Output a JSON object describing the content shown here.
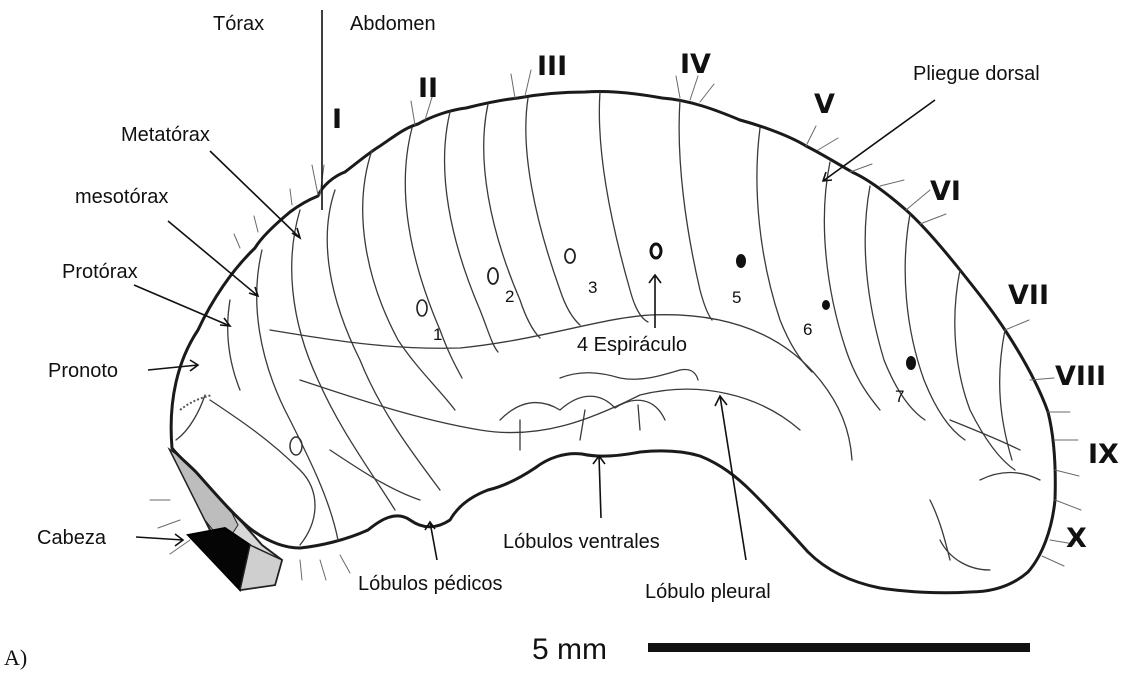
{
  "labels": {
    "torax": "Tórax",
    "abdomen": "Abdomen",
    "metatorax": "Metatórax",
    "mesotorax": "mesotórax",
    "protorax": "Protórax",
    "pronoto": "Pronoto",
    "cabeza": "Cabeza",
    "pliegue_dorsal": "Pliegue dorsal",
    "espiraculo": "4 Espiráculo",
    "lobulos_pedicos": "Lóbulos pédicos",
    "lobulos_ventrales": "Lóbulos ventrales",
    "lobulo_pleural": "Lóbulo pleural"
  },
  "segments": [
    "I",
    "II",
    "III",
    "IV",
    "V",
    "VI",
    "VII",
    "VIII",
    "IX",
    "X"
  ],
  "spiracle_numbers": [
    "1",
    "2",
    "3",
    "5",
    "6",
    "7"
  ],
  "scale_bar": {
    "label": "5 mm"
  },
  "panel_label": "A)"
}
